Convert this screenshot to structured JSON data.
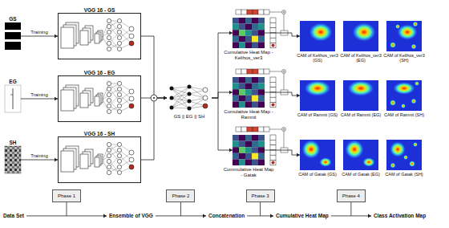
{
  "diagram": {
    "nodes": [
      {
        "text": [
          "GS"
        ]
      },
      {
        "text": [
          "EG"
        ]
      },
      {
        "text": [
          "SH"
        ]
      },
      {
        "text": [
          "VGG 16 - GS"
        ]
      },
      {
        "text": [
          "VGG 16 - EG"
        ]
      },
      {
        "text": [
          "VGG 16 - SH"
        ]
      },
      {
        "text": [
          "GS || EG || SH"
        ]
      },
      {
        "text": [
          "Cumulative Heat Map - Kelihos_ver3"
        ]
      },
      {
        "text": [
          "Cumulative Heat Map - Ramnit"
        ]
      },
      {
        "text": [
          "Cummulative Heat Map - Gatak"
        ]
      },
      {
        "text": [
          "CAM of Kelihos_ver3 (GS)"
        ]
      },
      {
        "text": [
          "CAM of Kelihos_ver3 (EG)"
        ]
      },
      {
        "text": [
          "CAM of Kelihos_ver3 (SH)"
        ]
      },
      {
        "text": [
          "CAM of Ramnit (GS)"
        ]
      },
      {
        "text": [
          "CAM of Ramnit (EG)"
        ]
      },
      {
        "text": [
          "CAM of Ramnit (SH)"
        ]
      },
      {
        "text": [
          "CAM of Gatak (GS)"
        ]
      },
      {
        "text": [
          "CAM of Gatak (EG)"
        ]
      },
      {
        "text": [
          "CAM of Gatak (SH)"
        ]
      },
      {
        "text": [
          "Phase 1"
        ]
      },
      {
        "text": [
          "Phase 2"
        ]
      },
      {
        "text": [
          "Phase 3"
        ]
      },
      {
        "text": [
          "Phase 4"
        ]
      }
    ],
    "edges": [
      {
        "from": 0,
        "to": 3,
        "arrow": "to",
        "label": "Training"
      },
      {
        "from": 1,
        "to": 4,
        "arrow": "to",
        "label": "Training"
      },
      {
        "from": 2,
        "to": 5,
        "arrow": "to",
        "label": "Training"
      },
      {
        "from": 3,
        "to": 6,
        "arrow": "to"
      },
      {
        "from": 4,
        "to": 6,
        "arrow": "to"
      },
      {
        "from": 5,
        "to": 6,
        "arrow": "to"
      },
      {
        "from": 6,
        "to": 7,
        "arrow": "to"
      },
      {
        "from": 6,
        "to": 8,
        "arrow": "to"
      },
      {
        "from": 6,
        "to": 9,
        "arrow": "to"
      },
      {
        "from": 7,
        "to": 10,
        "arrow": "to"
      },
      {
        "from": 8,
        "to": 13,
        "arrow": "to"
      },
      {
        "from": 9,
        "to": 16,
        "arrow": "to"
      }
    ],
    "labels": [
      "Data Set",
      "Ensemble of VGG",
      "Concatenation",
      "Cumulative Heat Map",
      "Class Activation Map"
    ]
  }
}
